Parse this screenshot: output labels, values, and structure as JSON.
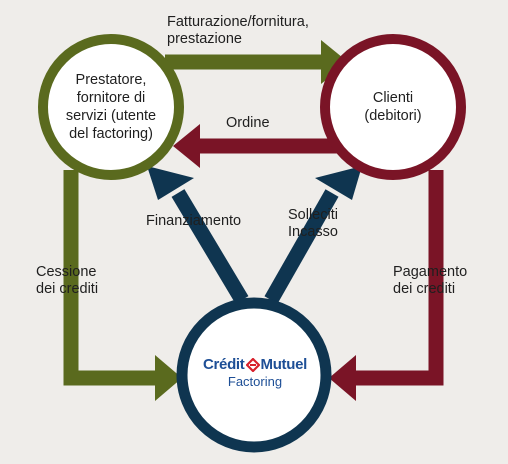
{
  "nodes": {
    "prestatore": {
      "label": "Prestatore,\nfornitore di\nservizi (utente\ndel factoring)"
    },
    "clienti": {
      "label": "Clienti\n(debitori)"
    },
    "factor": {
      "brand_left": "Crédit",
      "brand_right": "Mutuel",
      "brand_sub": "Factoring"
    }
  },
  "edges": {
    "fatturazione": "Fatturazione/fornitura,\nprestazione",
    "ordine": "Ordine",
    "finanziamento": "Finanziamento",
    "solleciti": "Solleciti\nIncasso",
    "cessione": "Cessione\ndei crediti",
    "pagamento": "Pagamento\ndei crediti"
  },
  "colors": {
    "background": "#efedea",
    "olive": "#5a6a1e",
    "maroon": "#7a1426",
    "navy": "#0f3550",
    "brand_blue": "#1e4f96",
    "brand_red": "#d8202b"
  }
}
